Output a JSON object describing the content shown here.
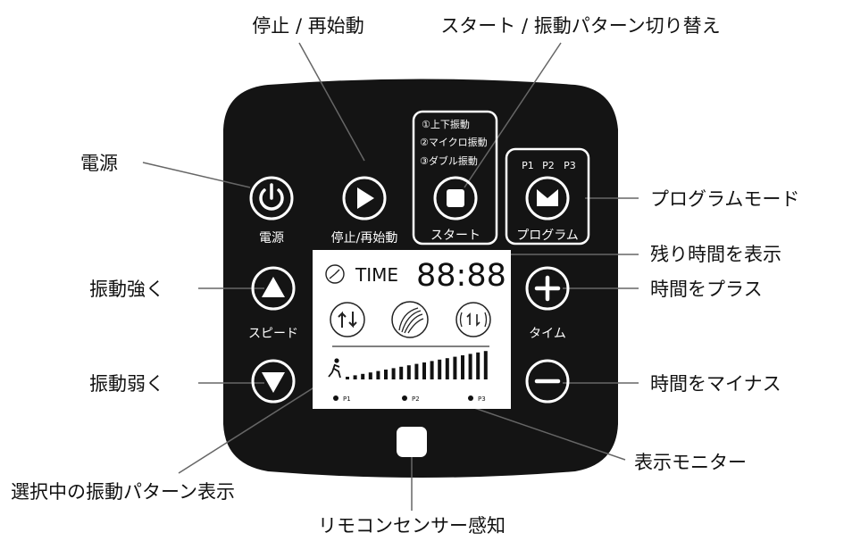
{
  "callouts": {
    "stop_restart": "停止 / 再始動",
    "start_switch": "スタート / 振動パターン切り替え",
    "power": "電源",
    "program_mode": "プログラムモード",
    "remaining_time": "残り時間を表示",
    "vibration_up": "振動強く",
    "time_plus": "時間をプラス",
    "vibration_down": "振動弱く",
    "time_minus": "時間をマイナス",
    "monitor": "表示モニター",
    "selected_pattern": "選択中の振動パターン表示",
    "remote_sensor": "リモコンセンサー感知"
  },
  "panel": {
    "power_label": "電源",
    "stop_label": "停止/再始動",
    "start_label": "スタート",
    "program_label": "プログラム",
    "speed_label": "スピード",
    "time_label": "タイム",
    "modes": [
      "①上下振動",
      "②マイクロ振動",
      "③ダブル振動"
    ],
    "program_codes": [
      "P1",
      "P2",
      "P3"
    ]
  },
  "lcd": {
    "time_text": "TIME",
    "time_value": "88:88",
    "programs": [
      "P1",
      "P2",
      "P3"
    ]
  },
  "colors": {
    "panel": "#141414",
    "lcd": "#ffffff",
    "accent": "#ffffff"
  }
}
